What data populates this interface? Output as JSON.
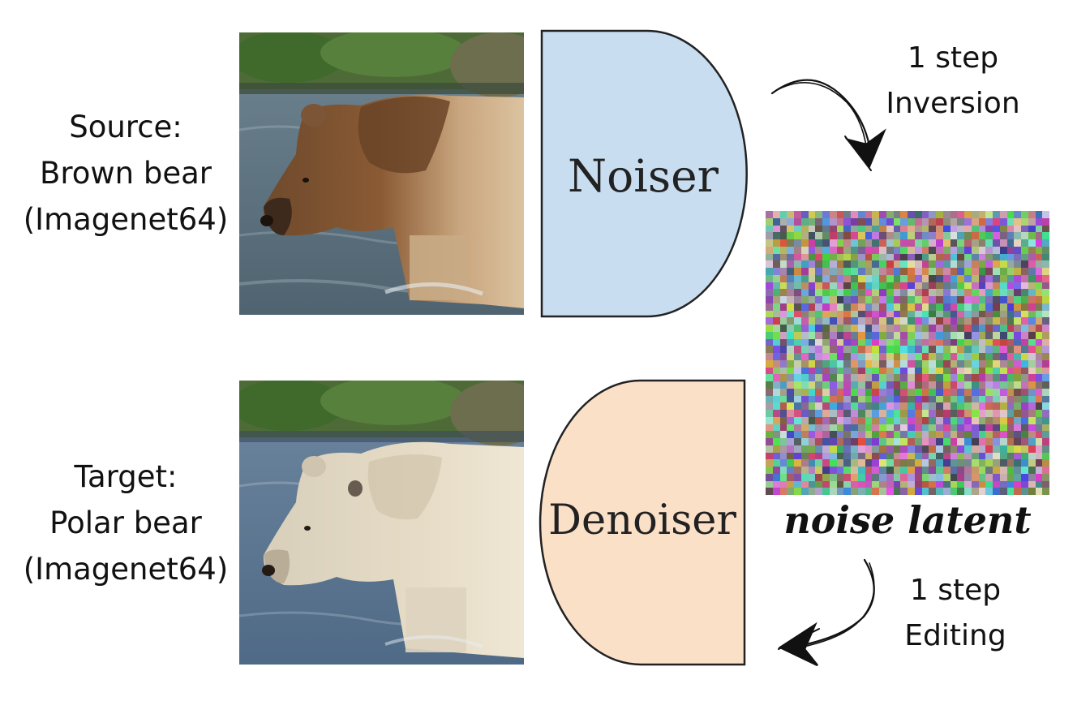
{
  "source": {
    "line1": "Source:",
    "line2": "Brown bear",
    "line3": "(Imagenet64)"
  },
  "target": {
    "line1": "Target:",
    "line2": "Polar bear",
    "line3": "(Imagenet64)"
  },
  "blocks": {
    "noiser": "Noiser",
    "denoiser": "Denoiser",
    "noiser_color": "#c8ddf0",
    "denoiser_color": "#fbe0c8"
  },
  "noise": {
    "caption": "noise latent"
  },
  "steps": {
    "inversion_line1": "1 step",
    "inversion_line2": "Inversion",
    "editing_line1": "1 step",
    "editing_line2": "Editing"
  }
}
